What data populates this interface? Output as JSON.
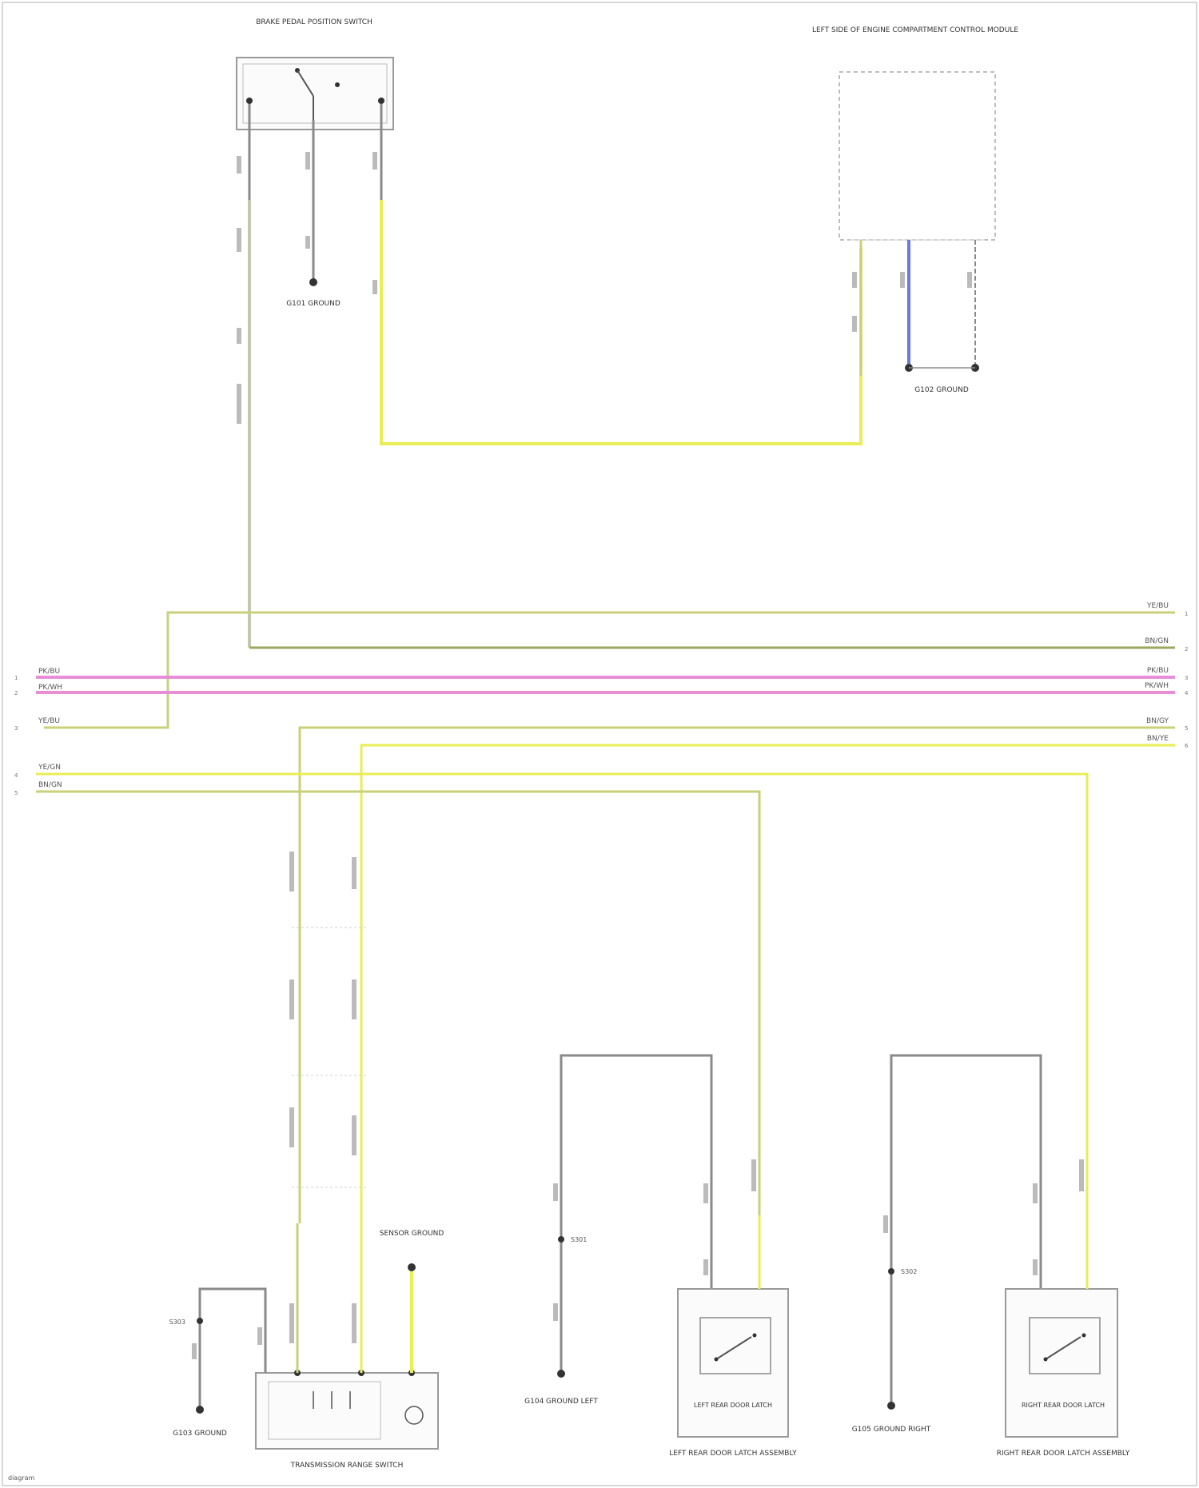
{
  "diagram": {
    "components": {
      "brake_switch": "BRAKE PEDAL POSITION SWITCH",
      "lh_module": "LEFT SIDE OF ENGINE COMPARTMENT CONTROL MODULE",
      "gear_switch": "TRANSMISSION RANGE SWITCH",
      "door_left": "LEFT REAR DOOR LATCH ASSEMBLY",
      "door_right": "RIGHT REAR DOOR LATCH ASSEMBLY",
      "door_left_sub": "LEFT REAR DOOR LATCH",
      "door_right_sub": "RIGHT REAR DOOR LATCH",
      "ground_brake": "G101 GROUND",
      "ground_module": "G102 GROUND",
      "ground_gear": "G103 GROUND",
      "ground_left": "G104 GROUND LEFT",
      "ground_right": "G105 GROUND RIGHT",
      "aux_gear": "SENSOR GROUND",
      "footer": "diagram"
    },
    "splices": {
      "s_left": "S301",
      "s_right": "S302",
      "s_gear": "S303"
    },
    "bus_labels": {
      "r1": "YE/BU",
      "r2": "BN/GN",
      "r3": "PK/BU",
      "r4": "PK/WH",
      "r5": "BN/GY",
      "r6": "BN/YE",
      "l1": "PK/BU",
      "l2": "PK/WH",
      "l3": "YE/BU",
      "l4": "YE/GN",
      "l5": "BN/GN"
    },
    "colors": {
      "gray": "#8a8a8a",
      "yellow": "#e8ee56",
      "pink": "#e78fd6",
      "blue": "#6a78e0",
      "olive": "#9aa860",
      "light_olive": "#c9d07a"
    }
  }
}
